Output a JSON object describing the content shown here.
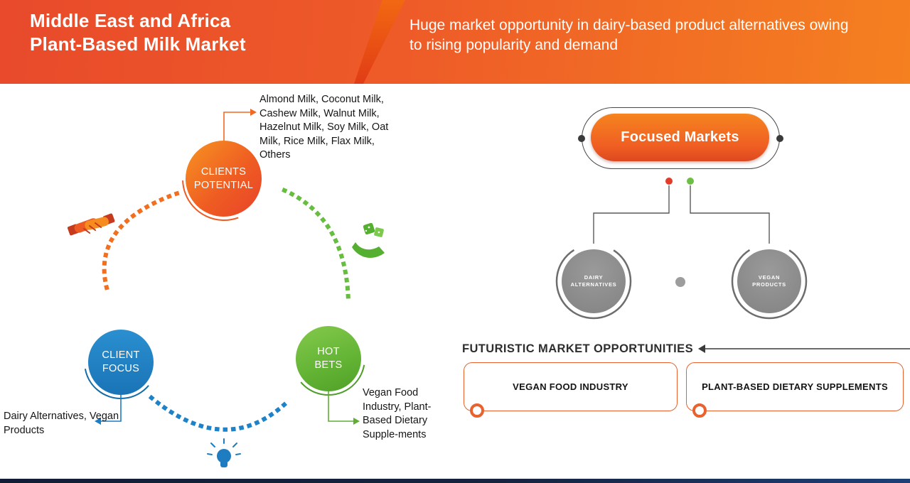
{
  "header": {
    "title_line1": "Middle East and Africa",
    "title_line2": "Plant-Based Milk Market",
    "subtitle": "Huge market opportunity in dairy-based product alternatives owing to rising popularity and demand"
  },
  "strategy_wheel": {
    "clients_potential": {
      "label_line1": "CLIENTS",
      "label_line2": "POTENTIAL",
      "detail": "Almond Milk, Coconut Milk, Cashew Milk, Walnut Milk, Hazelnut Milk, Soy Milk, Oat Milk, Rice Milk, Flax Milk, Others"
    },
    "client_focus": {
      "label_line1": "CLIENT",
      "label_line2": "FOCUS",
      "detail": "Dairy Alternatives, Vegan Products"
    },
    "hot_bets": {
      "label_line1": "HOT",
      "label_line2": "BETS",
      "detail": "Vegan Food Industry, Plant-Based Dietary Supple-ments"
    },
    "icons": [
      "handshake-icon",
      "dice-in-hand-icon",
      "lightbulb-icon"
    ]
  },
  "focused_markets": {
    "title": "Focused Markets",
    "children": [
      {
        "label_line1": "DAIRY",
        "label_line2": "ALTERNATIVES"
      },
      {
        "label_line1": "VEGAN",
        "label_line2": "PRODUCTS"
      }
    ]
  },
  "futuristic": {
    "heading": "FUTURISTIC MARKET OPPORTUNITIES",
    "items": [
      {
        "label": "VEGAN FOOD INDUSTRY"
      },
      {
        "label": "PLANT-BASED DIETARY SUPPLEMENTS"
      }
    ]
  },
  "colors": {
    "orange": "#f26822",
    "red_orange": "#e8492b",
    "blue": "#1e7cc0",
    "green": "#6cbf44",
    "gray": "#8c8c8c",
    "navy": "#17223c"
  }
}
